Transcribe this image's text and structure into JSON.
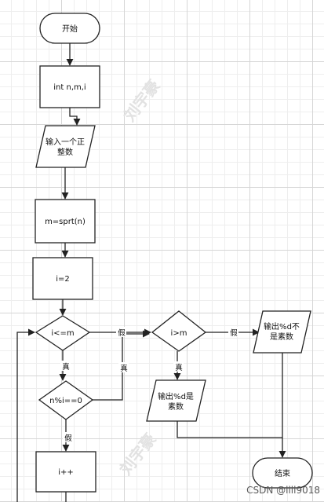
{
  "nodes": {
    "start": "开始",
    "declare": "int n,m,i",
    "input_line1": "输入一个正",
    "input_line2": "整数",
    "sqrt": "m=sprt(n)",
    "init_i": "i=2",
    "cond_loop": "i<=m",
    "cond_mod": "n%i==0",
    "incr": "i++",
    "cond_gt": "i>m",
    "out_prime_line1": "输出%d是",
    "out_prime_line2": "素数",
    "out_notprime_line1": "输出%d不",
    "out_notprime_line2": "是素数",
    "end": "结束"
  },
  "edge_labels": {
    "loop_false": "假",
    "loop_true": "真",
    "mod_true": "真",
    "mod_false": "假",
    "gt_true": "真",
    "gt_false": "假"
  },
  "watermarks": [
    "刘宇豪",
    "刘宇豪"
  ],
  "credit": "CSDN @llll9018"
}
